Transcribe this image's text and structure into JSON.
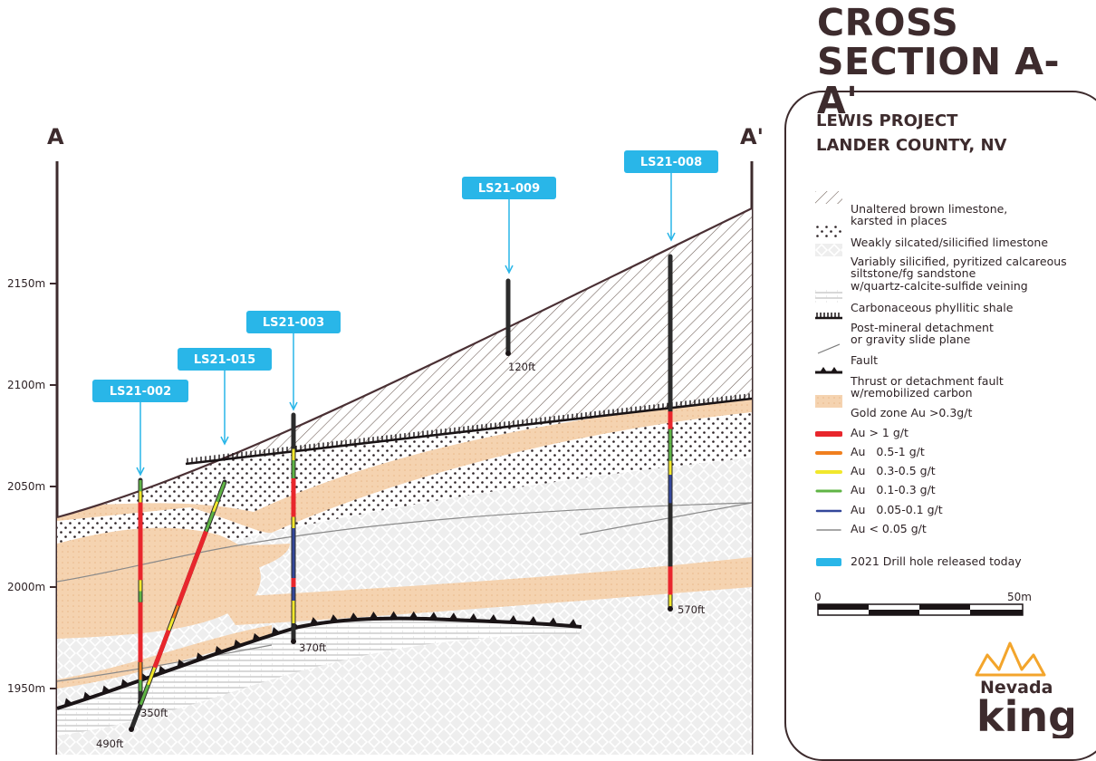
{
  "title": {
    "line1": "CROSS",
    "line2": "SECTION A-A'"
  },
  "project": {
    "line1": "LEWIS PROJECT",
    "line2": "LANDER COUNTY, NV"
  },
  "section_ends": {
    "left": "A",
    "right": "A'"
  },
  "elevation_axis": {
    "labels": [
      "2150m",
      "2100m",
      "2050m",
      "2000m",
      "1950m"
    ]
  },
  "drill_holes": [
    {
      "id": "LS21-002",
      "depth_label": "350ft"
    },
    {
      "id": "LS21-015",
      "depth_label": "490ft"
    },
    {
      "id": "LS21-003",
      "depth_label": "370ft"
    },
    {
      "id": "LS21-009",
      "depth_label": "120ft"
    },
    {
      "id": "LS21-008",
      "depth_label": "570ft"
    }
  ],
  "legend": {
    "units": [
      {
        "lines": [
          "Unaltered brown limestone,",
          "karsted in places"
        ]
      },
      {
        "lines": [
          "Weakly silcated/silicified limestone"
        ]
      },
      {
        "lines": [
          "Variably silicified, pyritized calcareous",
          "siltstone/fg sandstone",
          "w/quartz-calcite-sulfide veining"
        ]
      },
      {
        "lines": [
          "Carbonaceous phyllitic shale"
        ]
      },
      {
        "lines": [
          "Post-mineral detachment",
          "or gravity slide plane"
        ]
      },
      {
        "lines": [
          "Fault"
        ]
      },
      {
        "lines": [
          "Thrust or detachment fault",
          "w/remobilized carbon"
        ]
      },
      {
        "lines": [
          "Gold zone Au >0.3g/t"
        ]
      }
    ],
    "grades": [
      {
        "label": "Au > 1 g/t",
        "color": "#e8262c"
      },
      {
        "label": "Au   0.5-1 g/t",
        "color": "#f07f1f"
      },
      {
        "label": "Au   0.3-0.5 g/t",
        "color": "#f1e72c"
      },
      {
        "label": "Au   0.1-0.3 g/t",
        "color": "#5fb445"
      },
      {
        "label": "Au   0.05-0.1 g/t",
        "color": "#33479a"
      },
      {
        "label": "Au < 0.05 g/t",
        "color": "#8a8a8a"
      }
    ],
    "released": {
      "label": "2021 Drill hole released today",
      "color": "#29b6e8"
    }
  },
  "scale_bar": {
    "start": "0",
    "end": "50m"
  },
  "logo": {
    "line1": "Nevada",
    "line2": "king"
  },
  "colors": {
    "frame": "#3d2b2d",
    "callout": "#29b6e8",
    "gold_zone": "#f5d3b0",
    "logo_gold": "#f3a52c"
  }
}
